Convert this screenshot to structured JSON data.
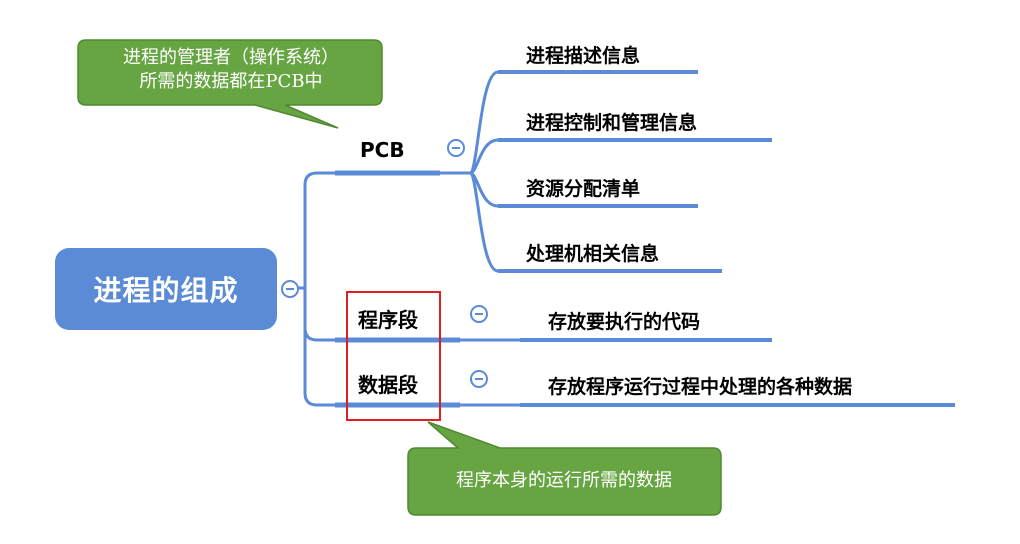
{
  "root": {
    "label": "进程的组成"
  },
  "branches": [
    {
      "label": "PCB",
      "children": [
        "进程描述信息",
        "进程控制和管理信息",
        "资源分配清单",
        "处理机相关信息"
      ]
    },
    {
      "label": "程序段",
      "children": [
        "存放要执行的代码"
      ]
    },
    {
      "label": "数据段",
      "children": [
        "存放程序运行过程中处理的各种数据"
      ]
    }
  ],
  "callouts": [
    {
      "lines": [
        "进程的管理者（操作系统）",
        "所需的数据都在PCB中"
      ]
    },
    {
      "lines": [
        "程序本身的运行所需的数据"
      ]
    }
  ],
  "colors": {
    "accent": "#5b8ad6",
    "callout_fill": "#67a543",
    "callout_border": "#4f8a31",
    "highlight_box": "#e02020"
  },
  "icons": {
    "collapse": "minus-circle-icon"
  }
}
